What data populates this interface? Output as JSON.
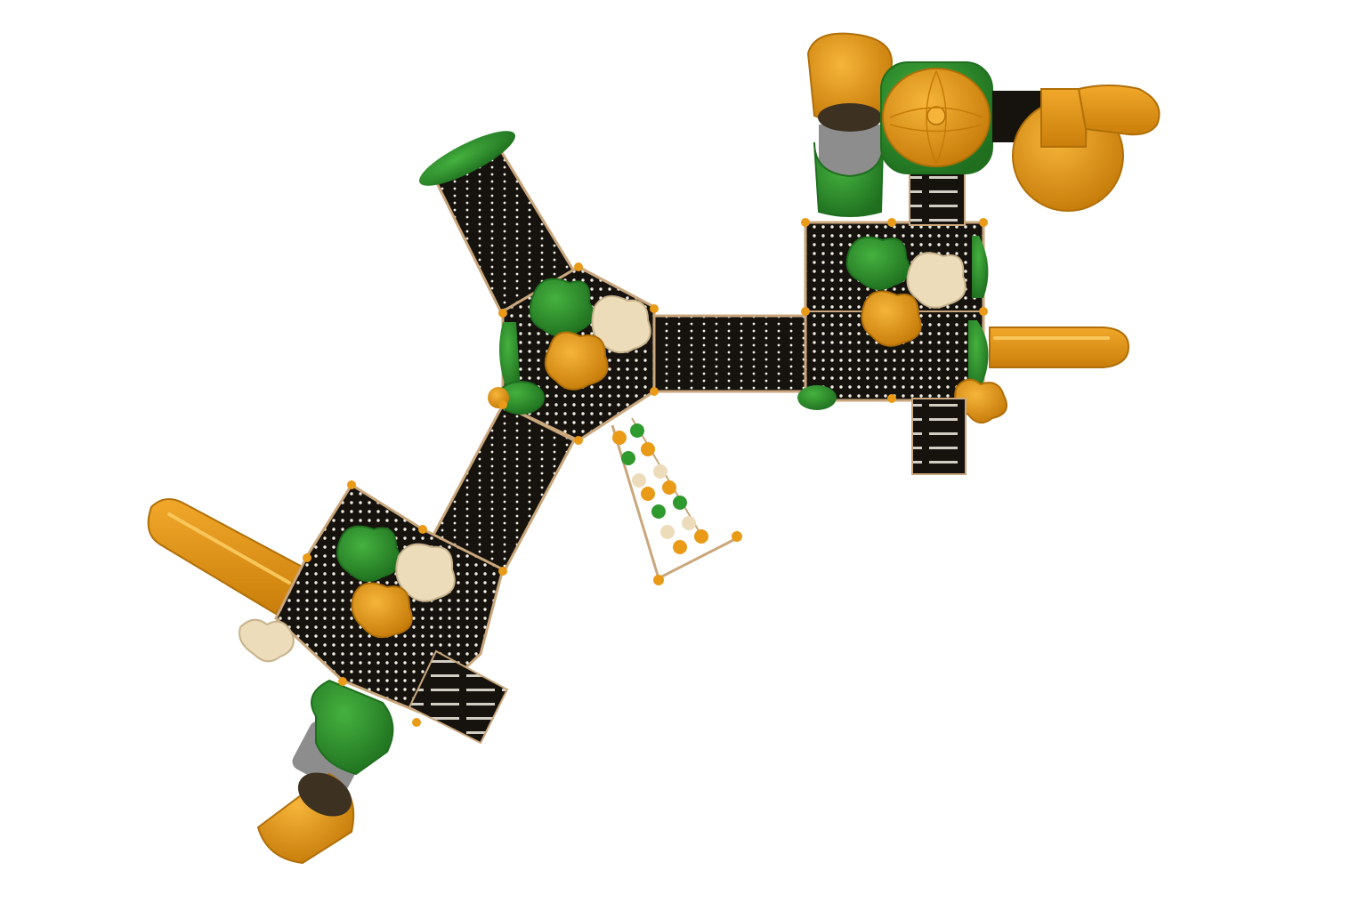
{
  "scene": {
    "description_visible_text": "",
    "colors": {
      "background": "#ffffff",
      "deck": "#16130f",
      "deck_dot": "#f3efe4",
      "orange": "#e99a17",
      "orange_dark": "#c57a08",
      "green": "#2f9a2e",
      "green_dark": "#1f6f1f",
      "cream": "#ecdcba",
      "rail": "#caa77c",
      "grey": "#8d8d8d"
    },
    "components": [
      "platform-left",
      "platform-center",
      "platform-right",
      "bridge-left-center",
      "bridge-center-right",
      "ramp-upper-left",
      "stairs-left",
      "stairs-right-top",
      "stairs-right-bottom",
      "straight-slide-left",
      "straight-slide-right",
      "spiral-slide-top",
      "tube-slide-bottom-left",
      "tube-slide-top",
      "roof-dome",
      "net-ladder",
      "leaf-roof-left",
      "leaf-roof-center",
      "leaf-roof-right"
    ]
  }
}
